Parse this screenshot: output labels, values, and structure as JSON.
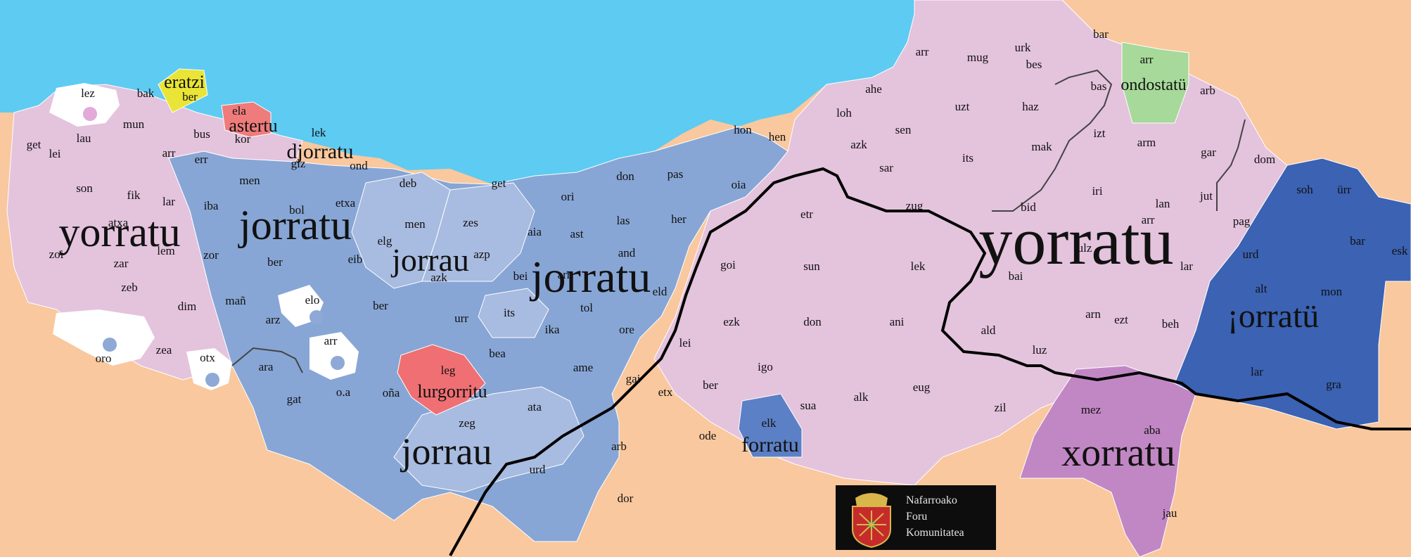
{
  "map": {
    "colors": {
      "sea": "#5ecbf2",
      "land": "#f9c89e",
      "yorratu": "#e4c3dd",
      "jorratu": "#87a6d5",
      "jorrau": "#a8bbe0",
      "jorratu_dark": "#3b62b3",
      "xorratu": "#c187c4",
      "lurgorritu": "#ef6f73",
      "astertu": "#ef7b7b",
      "eratzi": "#e9e435",
      "ondostatu": "#a6d99a",
      "forratu": "#5c80c5",
      "white": "#ffffff",
      "border": "#000000"
    },
    "words": [
      "yorratu",
      "jorratu",
      "jorrau",
      "jorratu",
      "jorrau",
      "yorratu",
      "¡orratü",
      "xorratu",
      "forratu",
      "lurgorritu",
      "astertu",
      "djorratu",
      "eratzi",
      "ondostatü"
    ],
    "abbreviations": [
      "lez",
      "bak",
      "ber",
      "ela",
      "kor",
      "bus",
      "mun",
      "get",
      "lei",
      "lau",
      "arr",
      "lek",
      "glz",
      "ond",
      "err",
      "men",
      "son",
      "fik",
      "lar",
      "iba",
      "bol",
      "etxa",
      "zoi",
      "atxa",
      "zar",
      "lem",
      "zeb",
      "zor",
      "ber",
      "eib",
      "elg",
      "men",
      "deb",
      "zes",
      "get",
      "ori",
      "aia",
      "ast",
      "azp",
      "azk",
      "bei",
      "arr",
      "elo",
      "dim",
      "mañ",
      "ber",
      "arz",
      "urr",
      "its",
      "ika",
      "tol",
      "ore",
      "arr",
      "oro",
      "zea",
      "otx",
      "ara",
      "gat",
      "o.a",
      "oña",
      "leg",
      "bea",
      "ame",
      "gai",
      "zeg",
      "ata",
      "etx",
      "arb",
      "urd",
      "dor",
      "ode",
      "elk",
      "hon",
      "hen",
      "oia",
      "don",
      "pas",
      "las",
      "her",
      "and",
      "eld",
      "goi",
      "etr",
      "sun",
      "zug",
      "lek",
      "ezk",
      "don",
      "ani",
      "lei",
      "igo",
      "ber",
      "eug",
      "alk",
      "sua",
      "zil",
      "loh",
      "ahe",
      "azk",
      "sar",
      "sen",
      "its",
      "uzt",
      "haz",
      "mak",
      "arr",
      "mug",
      "urk",
      "bes",
      "bar",
      "arr",
      "bas",
      "arb",
      "izt",
      "arm",
      "gar",
      "dom",
      "iri",
      "lan",
      "jut",
      "bid",
      "pag",
      "urd",
      "ulz",
      "bai",
      "lar",
      "ald",
      "luz",
      "arn",
      "ezt",
      "beh",
      "alt",
      "mon",
      "soh",
      "ürr",
      "bar",
      "esk",
      "lar",
      "gra",
      "mez",
      "aba",
      "jau",
      "arr"
    ],
    "logo_text": [
      "Nafarroako",
      "Foru",
      "Komunitatea"
    ]
  }
}
